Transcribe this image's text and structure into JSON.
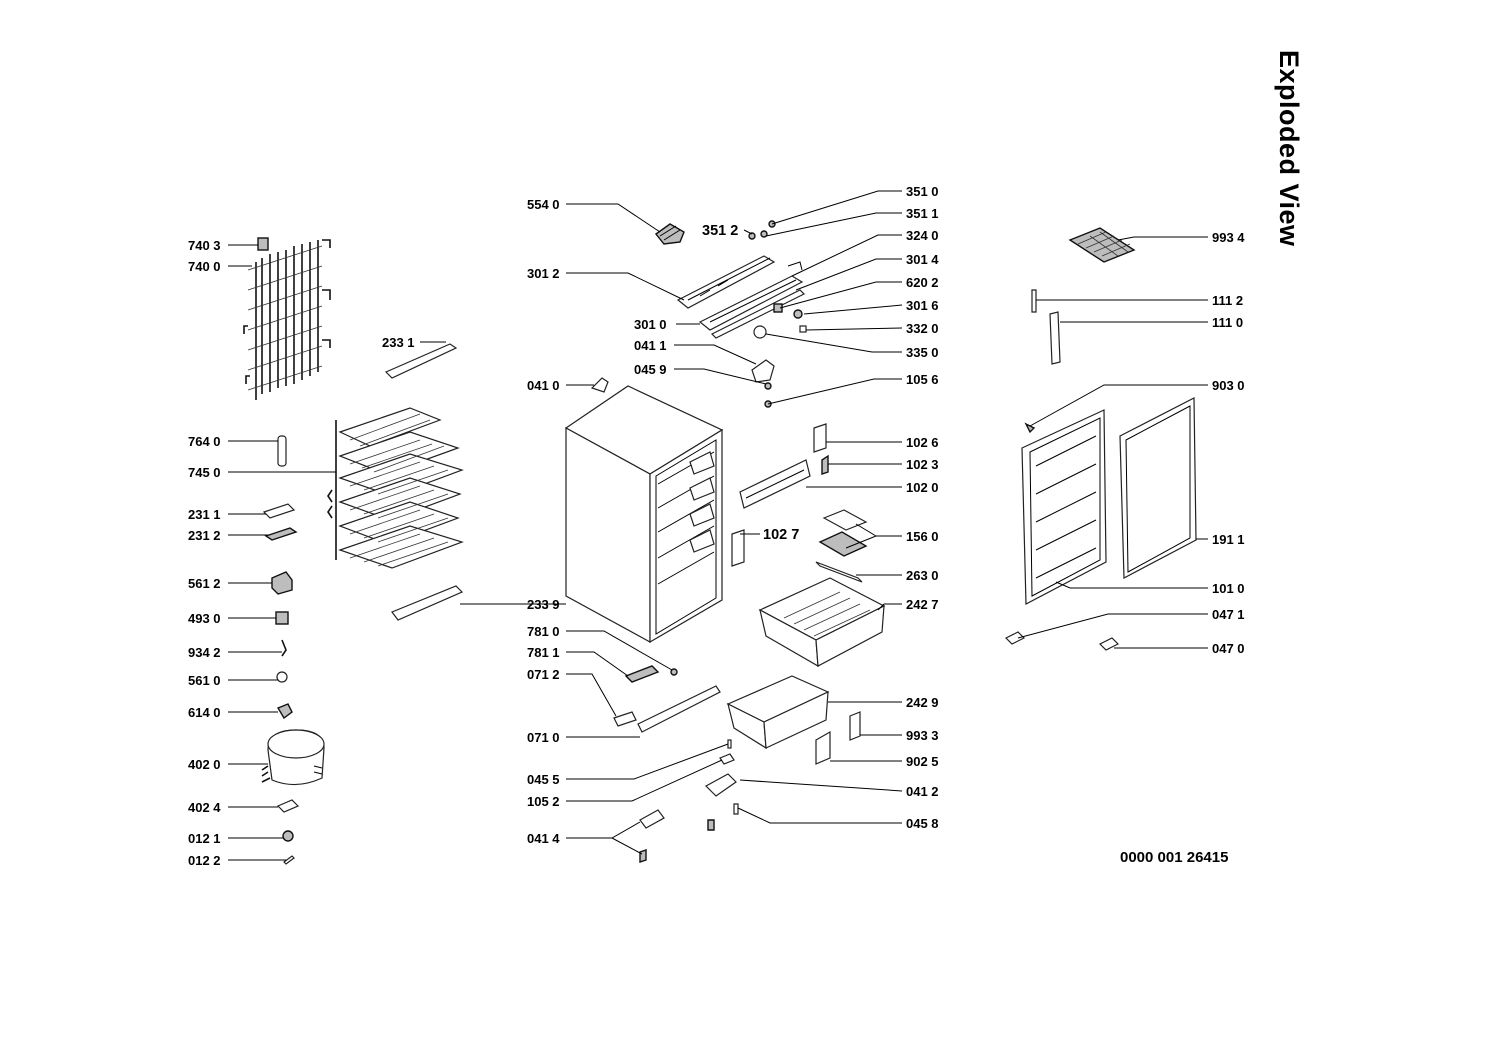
{
  "title": "Exploded View",
  "document_number": "0000 001 26415",
  "labels": {
    "l7403": "740 3",
    "l7400": "740 0",
    "l2331": "233 1",
    "l7640": "764 0",
    "l7450": "745 0",
    "l2311": "231 1",
    "l2312": "231 2",
    "l5612": "561 2",
    "l4930": "493 0",
    "l9342": "934 2",
    "l5610": "561 0",
    "l6140": "614 0",
    "l4020": "402 0",
    "l4024": "402 4",
    "l0121": "012 1",
    "l0122": "012 2",
    "l5540": "554 0",
    "l3012": "301 2",
    "l3010": "301 0",
    "l0411": "041 1",
    "l0459": "045 9",
    "l0410": "041 0",
    "l2339": "233 9",
    "l7810": "781 0",
    "l7811": "781 1",
    "l0712": "071 2",
    "l0710": "071 0",
    "l0455": "045 5",
    "l1052": "105 2",
    "l0414": "041 4",
    "l3512": "351 2",
    "l1027": "102 7",
    "l3510": "351 0",
    "l3511": "351 1",
    "l3240": "324 0",
    "l3014": "301 4",
    "l6202": "620 2",
    "l3016": "301 6",
    "l3320": "332 0",
    "l3350": "335 0",
    "l1056": "105 6",
    "l1026": "102 6",
    "l1023": "102 3",
    "l1020": "102 0",
    "l1560": "156 0",
    "l2630": "263 0",
    "l2427": "242 7",
    "l2429": "242 9",
    "l9933": "993 3",
    "l9025": "902 5",
    "l0412": "041 2",
    "l0458": "045 8",
    "l9934": "993 4",
    "l1112": "111 2",
    "l1110": "111 0",
    "l9030": "903 0",
    "l1911": "191 1",
    "l1010": "101 0",
    "l0471": "047 1",
    "l0470": "047 0"
  }
}
